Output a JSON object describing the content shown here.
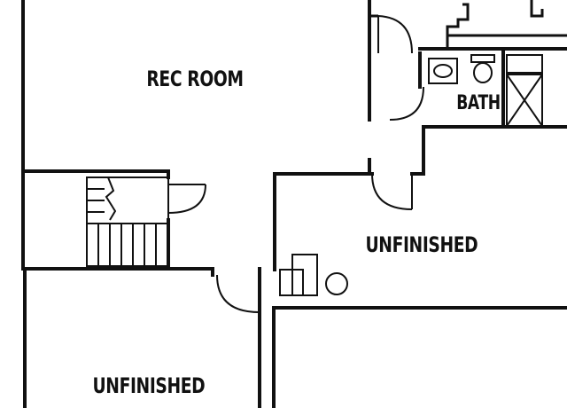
{
  "rooms": {
    "rec_room": "REC ROOM",
    "bath": "BATH",
    "unfinished_right": "UNFINISHED",
    "unfinished_bottom": "UNFINISHED"
  },
  "colors": {
    "wall": "#111111",
    "background": "#ffffff"
  }
}
